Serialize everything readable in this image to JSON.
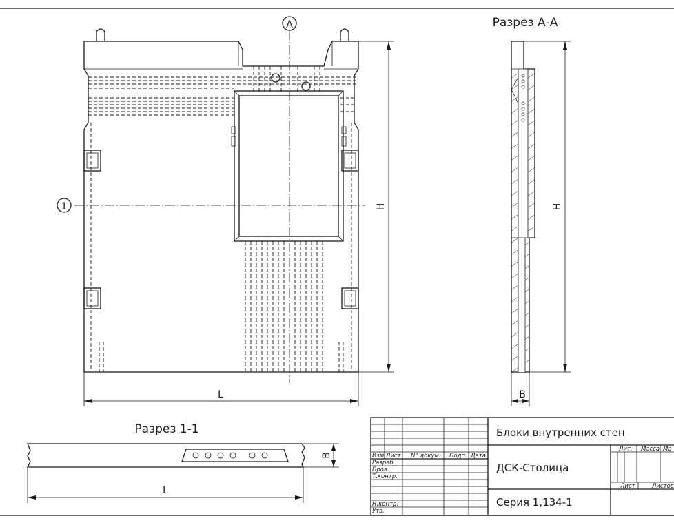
{
  "sections": {
    "aa_title": "Разрез А-А",
    "s11_title": "Разрез 1-1"
  },
  "markers": {
    "section_a": "А",
    "axis_1": "1"
  },
  "dimensions": {
    "height": "H",
    "length": "L",
    "width": "B"
  },
  "title_block": {
    "name": "Блоки внутренних стен",
    "organization": "ДСК-Столица",
    "series": "Серия 1,134-1",
    "cols": {
      "izm": "Изм",
      "list": "Лист",
      "doc": "N° докум.",
      "sign": "Подп.",
      "date": "Дата"
    },
    "rows": {
      "razrab": "Разраб.",
      "prov": "Пров.",
      "tkontr": "Т.контр.",
      "nkontr": "Н.контр.",
      "utv": "Утв."
    },
    "stage": {
      "lit": "Лит.",
      "massa": "Масса",
      "masshtab": "Ма",
      "list": "Лист",
      "listov": "Листов"
    }
  }
}
